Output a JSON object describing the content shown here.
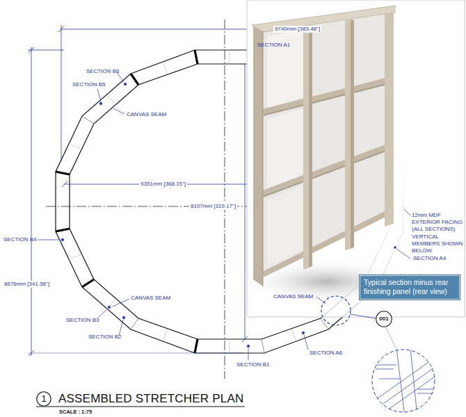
{
  "diagram": {
    "title": "ASSEMBLED STRETCHER PLAN",
    "nodes": [
      {
        "text": [
          "1"
        ]
      },
      {
        "text": [
          "Typical section minus rear finishing panel (rear view)"
        ]
      },
      {
        "text": [
          "001"
        ]
      }
    ],
    "labels": [
      "9740mm [383.48\"]",
      "SECTION A1",
      "SECTION B6",
      "SECTION B5",
      "CANVAS SEAM",
      "9351mm [368.15\"]",
      "8107mm [319.17\"]",
      "12mm MDF EXTERIOR FACING (ALL SECTIONS)",
      "VERTICAL MEMBERS SHOWN BELOW",
      "SECTION A4",
      "SECTION B4",
      "8676mm [341.56\"]",
      "CANVAS SEAM",
      "SECTION B3",
      "SECTION B2",
      "CANVAS SEAM",
      "SECTION B1",
      "SECTION A6",
      "SCALE : 1:75"
    ]
  }
}
